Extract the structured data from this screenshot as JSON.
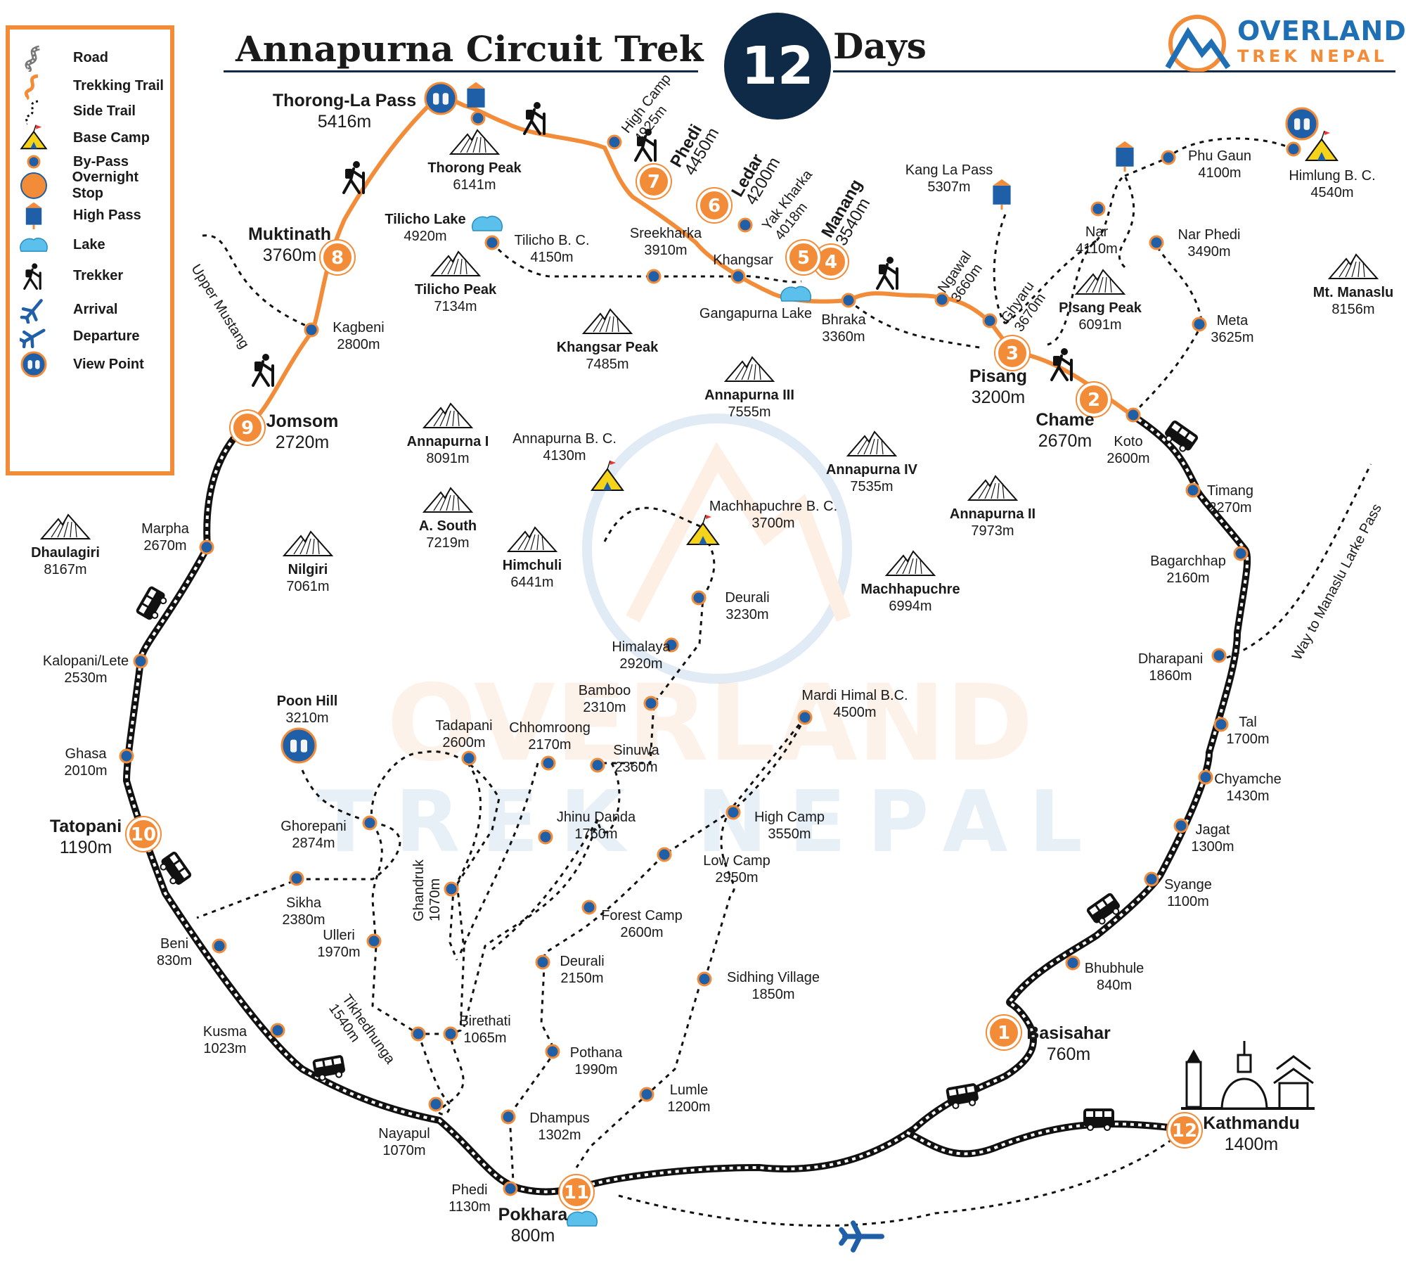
{
  "header": {
    "title": "Annapurna Circuit Trek",
    "days_number": "12",
    "days_word": "Days",
    "brand_line1": "OVERLAND",
    "brand_line2": "TREK NEPAL",
    "watermark_line1": "OVERLAND",
    "watermark_line2": "TREK NEPAL"
  },
  "colors": {
    "accent": "#f28c38",
    "navy": "#0e2a47",
    "marker_blue": "#1f5fa8",
    "lake": "#5bc0eb",
    "tent": "#f5d31a"
  },
  "legend": [
    {
      "icon": "road-icon",
      "label": "Road"
    },
    {
      "icon": "trekking-trail-icon",
      "label": "Trekking Trail"
    },
    {
      "icon": "side-trail-icon",
      "label": "Side Trail"
    },
    {
      "icon": "base-camp-icon",
      "label": "Base  Camp"
    },
    {
      "icon": "by-pass-icon",
      "label": "By-Pass"
    },
    {
      "icon": "overnight-stop-icon",
      "label": "Overnight Stop"
    },
    {
      "icon": "high-pass-icon",
      "label": "High Pass"
    },
    {
      "icon": "lake-icon",
      "label": "Lake"
    },
    {
      "icon": "trekker-icon",
      "label": "Trekker"
    },
    {
      "icon": "arrival-icon",
      "label": "Arrival"
    },
    {
      "icon": "departure-icon",
      "label": "Departure"
    },
    {
      "icon": "view-point-icon",
      "label": "View Point"
    }
  ],
  "stops": [
    {
      "day": "1",
      "name": "Basisahar",
      "elev": "760m"
    },
    {
      "day": "2",
      "name": "Chame",
      "elev": "2670m"
    },
    {
      "day": "3",
      "name": "Pisang",
      "elev": "3200m"
    },
    {
      "day": "4",
      "name": "Manang",
      "elev": "3540m"
    },
    {
      "day": "5",
      "name": "",
      "elev": ""
    },
    {
      "day": "6",
      "name": "Ledar",
      "elev": "4200m"
    },
    {
      "day": "7",
      "name": "Phedi",
      "elev": "4450m"
    },
    {
      "day": "8",
      "name": "Muktinath",
      "elev": "3760m"
    },
    {
      "day": "9",
      "name": "Jomsom",
      "elev": "2720m"
    },
    {
      "day": "10",
      "name": "Tatopani",
      "elev": "1190m"
    },
    {
      "day": "11",
      "name": "Pokhara",
      "elev": "800m"
    },
    {
      "day": "12",
      "name": "Kathmandu",
      "elev": "1400m"
    }
  ],
  "places": [
    {
      "name": "Thorong-La Pass",
      "elev": "5416m"
    },
    {
      "name": "High Camp",
      "elev": "4925m"
    },
    {
      "name": "Yak Kharka",
      "elev": "4018m"
    },
    {
      "name": "Kang La Pass",
      "elev": "5307m"
    },
    {
      "name": "Phu Gaun",
      "elev": "4100m"
    },
    {
      "name": "Himlung B. C.",
      "elev": "4540m"
    },
    {
      "name": "Nar",
      "elev": "4110m"
    },
    {
      "name": "Nar Phedi",
      "elev": "3490m"
    },
    {
      "name": "Ngawal",
      "elev": "3660m"
    },
    {
      "name": "Ghyaru",
      "elev": "3670m"
    },
    {
      "name": "Bhraka",
      "elev": "3360m"
    },
    {
      "name": "Khangsar",
      "elev": ""
    },
    {
      "name": "Sreekharka",
      "elev": "3910m"
    },
    {
      "name": "Tilicho B. C.",
      "elev": "4150m"
    },
    {
      "name": "Tilicho Lake",
      "elev": "4920m"
    },
    {
      "name": "Gangapurna Lake",
      "elev": ""
    },
    {
      "name": "Meta",
      "elev": "3625m"
    },
    {
      "name": "Koto",
      "elev": "2600m"
    },
    {
      "name": "Timang",
      "elev": "2270m"
    },
    {
      "name": "Bagarchhap",
      "elev": "2160m"
    },
    {
      "name": "Dharapani",
      "elev": "1860m"
    },
    {
      "name": "Tal",
      "elev": "1700m"
    },
    {
      "name": "Chyamche",
      "elev": "1430m"
    },
    {
      "name": "Jagat",
      "elev": "1300m"
    },
    {
      "name": "Syange",
      "elev": "1100m"
    },
    {
      "name": "Bhubhule",
      "elev": "840m"
    },
    {
      "name": "Kagbeni",
      "elev": "2800m"
    },
    {
      "name": "Marpha",
      "elev": "2670m"
    },
    {
      "name": "Kalopani/Lete",
      "elev": "2530m"
    },
    {
      "name": "Ghasa",
      "elev": "2010m"
    },
    {
      "name": "Beni",
      "elev": "830m"
    },
    {
      "name": "Kusma",
      "elev": "1023m"
    },
    {
      "name": "Nayapul",
      "elev": "1070m"
    },
    {
      "name": "Phedi",
      "elev": "1130m"
    },
    {
      "name": "Poon Hill",
      "elev": "3210m"
    },
    {
      "name": "Ghorepani",
      "elev": "2874m"
    },
    {
      "name": "Sikha",
      "elev": "2380m"
    },
    {
      "name": "Ulleri",
      "elev": "1970m"
    },
    {
      "name": "Tikhedhunga",
      "elev": "1540m"
    },
    {
      "name": "Birethati",
      "elev": "1065m"
    },
    {
      "name": "Ghandruk",
      "elev": "1070m"
    },
    {
      "name": "Tadapani",
      "elev": "2600m"
    },
    {
      "name": "Chhomroong",
      "elev": "2170m"
    },
    {
      "name": "Sinuwa",
      "elev": "2360m"
    },
    {
      "name": "Jhinu Danda",
      "elev": "1760m"
    },
    {
      "name": "Bamboo",
      "elev": "2310m"
    },
    {
      "name": "Himalaya",
      "elev": "2920m"
    },
    {
      "name": "Deurali",
      "elev": "3230m"
    },
    {
      "name": "Machhapuchre B. C.",
      "elev": "3700m"
    },
    {
      "name": "Annapurna B. C.",
      "elev": "4130m"
    },
    {
      "name": "Mardi Himal B.C.",
      "elev": "4500m"
    },
    {
      "name": "High Camp",
      "elev": "3550m"
    },
    {
      "name": "Low Camp",
      "elev": "2950m"
    },
    {
      "name": "Forest Camp",
      "elev": "2600m"
    },
    {
      "name": "Deurali",
      "elev": "2150m"
    },
    {
      "name": "Sidhing Village",
      "elev": "1850m"
    },
    {
      "name": "Pothana",
      "elev": "1990m"
    },
    {
      "name": "Lumle",
      "elev": "1200m"
    },
    {
      "name": "Dhampus",
      "elev": "1302m"
    }
  ],
  "peaks": [
    {
      "name": "Thorong Peak",
      "elev": "6141m"
    },
    {
      "name": "Tilicho Peak",
      "elev": "7134m"
    },
    {
      "name": "Khangsar Peak",
      "elev": "7485m"
    },
    {
      "name": "Annapurna III",
      "elev": "7555m"
    },
    {
      "name": "Pisang Peak",
      "elev": "6091m"
    },
    {
      "name": "Mt. Manaslu",
      "elev": "8156m"
    },
    {
      "name": "Annapurna I",
      "elev": "8091m"
    },
    {
      "name": "Annapurna IV",
      "elev": "7535m"
    },
    {
      "name": "Annapurna II",
      "elev": "7973m"
    },
    {
      "name": "A. South",
      "elev": "7219m"
    },
    {
      "name": "Himchuli",
      "elev": "6441m"
    },
    {
      "name": "Nilgiri",
      "elev": "7061m"
    },
    {
      "name": "Dhaulagiri",
      "elev": "8167m"
    },
    {
      "name": "Machhapuchre",
      "elev": "6994m"
    }
  ],
  "route_labels": {
    "upper_mustang": "Upper Mustang",
    "manaslu_way": "Way to Manaslu Larke Pass",
    "pass_sign": "Pass"
  }
}
